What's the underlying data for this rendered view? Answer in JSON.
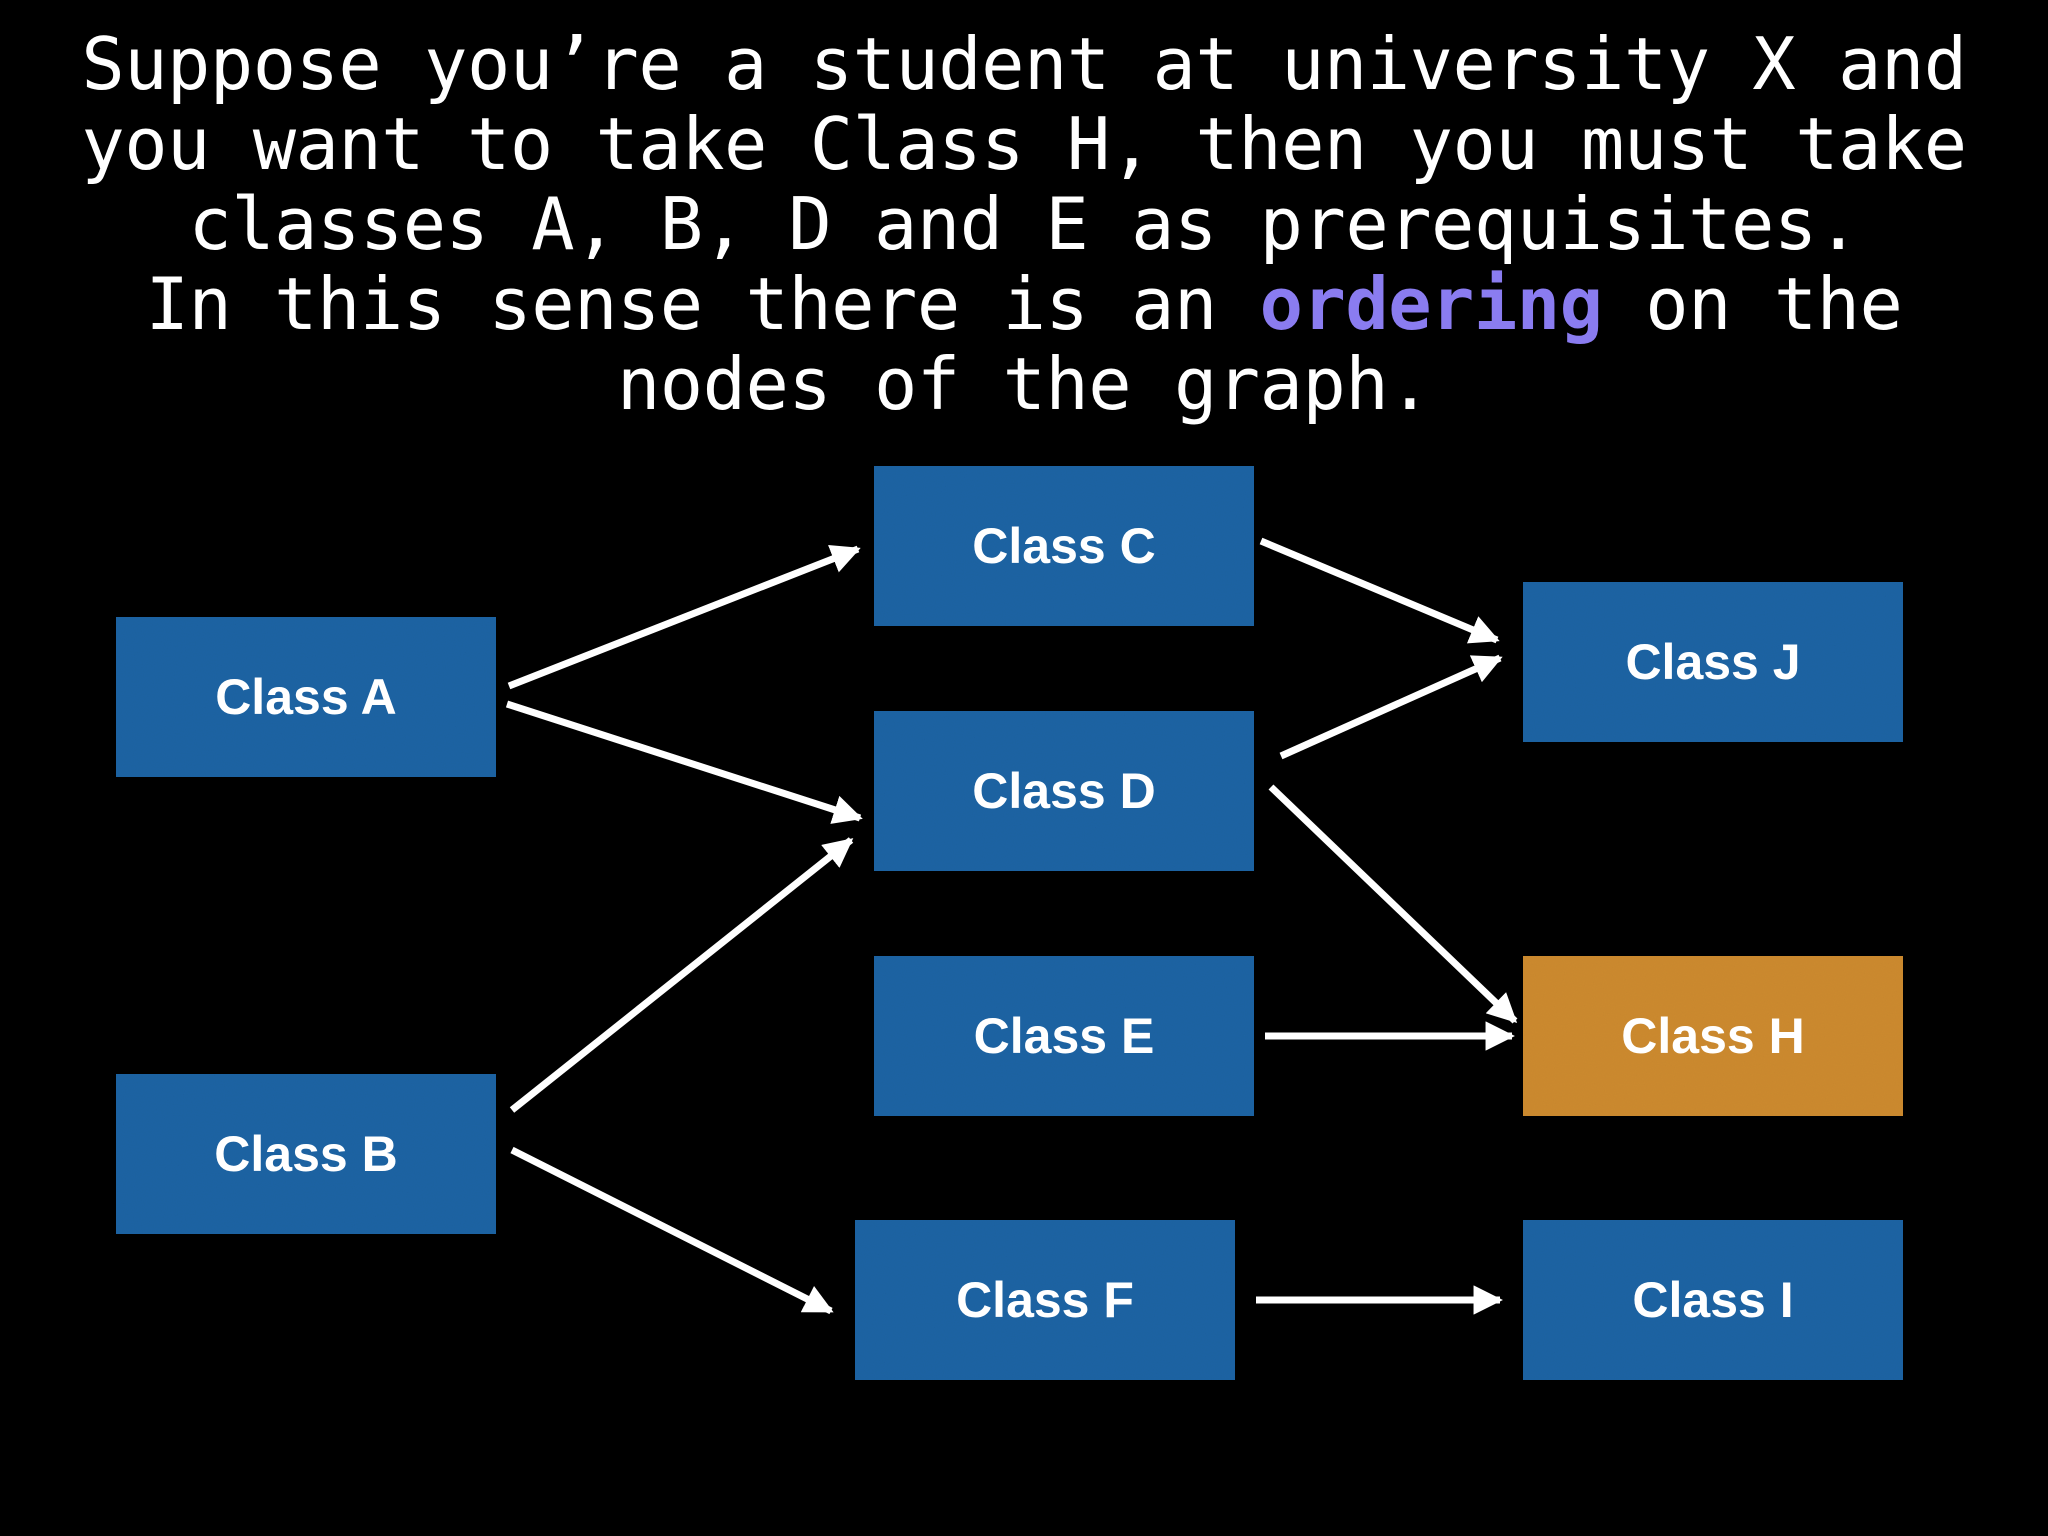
{
  "caption": {
    "line1": "Suppose you’re a student at university X and",
    "line2": "you want to take Class H, then you must take",
    "line3": "classes A, B, D and E as prerequisites.",
    "line4_before": "In this sense there is an ",
    "line4_highlight": "ordering",
    "line4_after": " on the",
    "line5": "nodes of the graph.",
    "highlight_color": "#8a7cf0"
  },
  "colors": {
    "background": "#000000",
    "node_default": "#1f63a3",
    "node_target": "#cc8a30",
    "edge": "#ffffff",
    "text": "#ffffff"
  },
  "nodes": [
    {
      "id": "A",
      "label": "Class A",
      "role": "default"
    },
    {
      "id": "B",
      "label": "Class B",
      "role": "default"
    },
    {
      "id": "C",
      "label": "Class C",
      "role": "default"
    },
    {
      "id": "D",
      "label": "Class D",
      "role": "default"
    },
    {
      "id": "E",
      "label": "Class E",
      "role": "default"
    },
    {
      "id": "F",
      "label": "Class F",
      "role": "default"
    },
    {
      "id": "J",
      "label": "Class J",
      "role": "default"
    },
    {
      "id": "H",
      "label": "Class H",
      "role": "target"
    },
    {
      "id": "I",
      "label": "Class I",
      "role": "default"
    }
  ],
  "edges": [
    {
      "from": "A",
      "to": "C"
    },
    {
      "from": "A",
      "to": "D"
    },
    {
      "from": "B",
      "to": "D"
    },
    {
      "from": "B",
      "to": "F"
    },
    {
      "from": "C",
      "to": "J"
    },
    {
      "from": "D",
      "to": "J"
    },
    {
      "from": "D",
      "to": "H"
    },
    {
      "from": "E",
      "to": "H"
    },
    {
      "from": "F",
      "to": "I"
    }
  ]
}
